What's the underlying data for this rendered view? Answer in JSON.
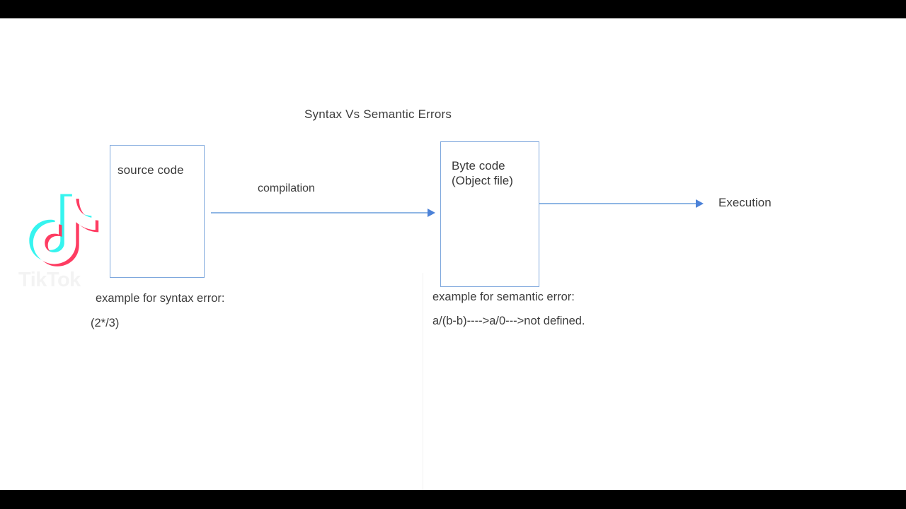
{
  "diagram": {
    "title": "Syntax Vs Semantic Errors",
    "boxes": [
      {
        "id": "source",
        "label": "source code"
      },
      {
        "id": "byte",
        "label_line1": "Byte code",
        "label_line2": "(Object file)"
      }
    ],
    "arrows": [
      {
        "id": "compilation",
        "label": "compilation"
      },
      {
        "id": "execution",
        "label": "Execution"
      }
    ],
    "notes": [
      {
        "id": "syntax",
        "title": "example for syntax error:",
        "expression": "(2*/3)"
      },
      {
        "id": "semantic",
        "title": "example for semantic error:",
        "expression": "a/(b-b)---->a/0--->not defined."
      }
    ]
  },
  "watermark": {
    "brand": "TikTok",
    "icon": "tiktok-note-icon"
  },
  "colors": {
    "box_border": "#7fa8dd",
    "arrow_line": "#8fb6e4",
    "arrow_head": "#4c82d8",
    "text": "#3d3d3d",
    "canvas": "#ffffff",
    "letterbox": "#000000",
    "tiktok_cyan": "#25F4EE",
    "tiktok_red": "#FE2C55"
  }
}
